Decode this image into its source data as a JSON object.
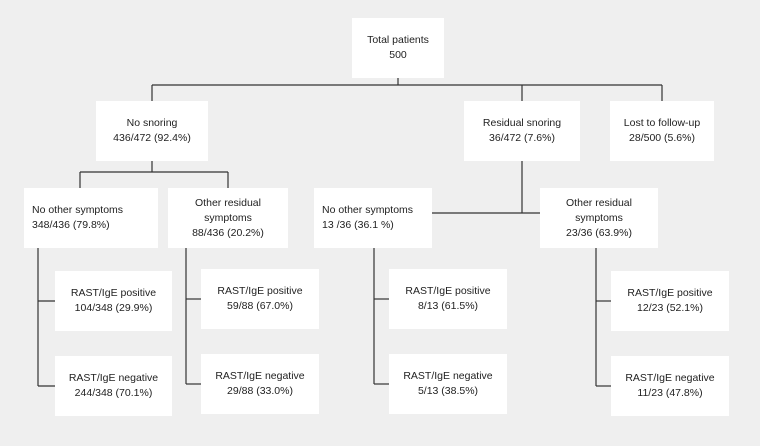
{
  "total": {
    "line1": "Total patients",
    "line2": "500"
  },
  "no_snoring": {
    "line1": "No snoring",
    "line2": "436/472 (92.4%)"
  },
  "residual_snoring": {
    "line1": "Residual snoring",
    "line2": "36/472 (7.6%)"
  },
  "lost": {
    "line1": "Lost to follow-up",
    "line2": "28/500 (5.6%)"
  },
  "ns_no_other": {
    "line1": "No other  symptoms",
    "line2": "348/436 (79.8%)"
  },
  "ns_other": {
    "line1": "Other residual",
    "line2": "symptoms",
    "line3": "88/436 (20.2%)"
  },
  "rs_no_other": {
    "line1": "No other  symptoms",
    "line2": "13 /36 (36.1 %)"
  },
  "rs_other": {
    "line1": "Other residual",
    "line2": "symptoms",
    "line3": "23/36 (63.9%)"
  },
  "ns_no_other_pos": {
    "line1": "RAST/IgE positive",
    "line2": "104/348 (29.9%)"
  },
  "ns_no_other_neg": {
    "line1": "RAST/IgE negative",
    "line2": "244/348 (70.1%)"
  },
  "ns_other_pos": {
    "line1": "RAST/IgE positive",
    "line2": "59/88 (67.0%)"
  },
  "ns_other_neg": {
    "line1": "RAST/IgE negative",
    "line2": "29/88 (33.0%)"
  },
  "rs_no_other_pos": {
    "line1": "RAST/IgE positive",
    "line2": "8/13 (61.5%)"
  },
  "rs_no_other_neg": {
    "line1": "RAST/IgE negative",
    "line2": "5/13 (38.5%)"
  },
  "rs_other_pos": {
    "line1": "RAST/IgE positive",
    "line2": "12/23 (52.1%)"
  },
  "rs_other_neg": {
    "line1": "RAST/IgE negative",
    "line2": "11/23 (47.8%)"
  },
  "colors": {
    "line": "#333333",
    "box": "#ffffff",
    "background": "#efefef"
  }
}
